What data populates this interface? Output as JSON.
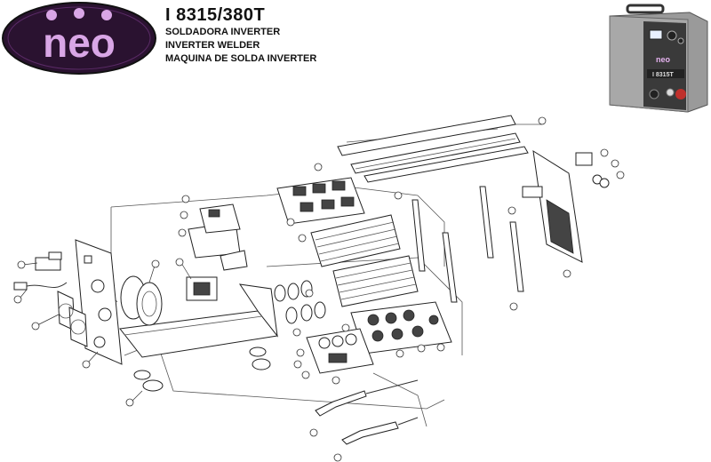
{
  "header": {
    "brand": "neo",
    "model": "I 8315/380T",
    "line1": "SOLDADORA INVERTER",
    "line2": "INVERTER WELDER",
    "line3": "MAQUINA DE SOLDA INVERTER"
  },
  "photo": {
    "brand": "neo",
    "model": "I 8315T"
  },
  "colors": {
    "logo_bg": "#2a1230",
    "logo_text": "#d9a6e6",
    "machine_body": "#9a9a9a",
    "machine_front": "#3a3a3a",
    "accent_red": "#c0302b"
  }
}
